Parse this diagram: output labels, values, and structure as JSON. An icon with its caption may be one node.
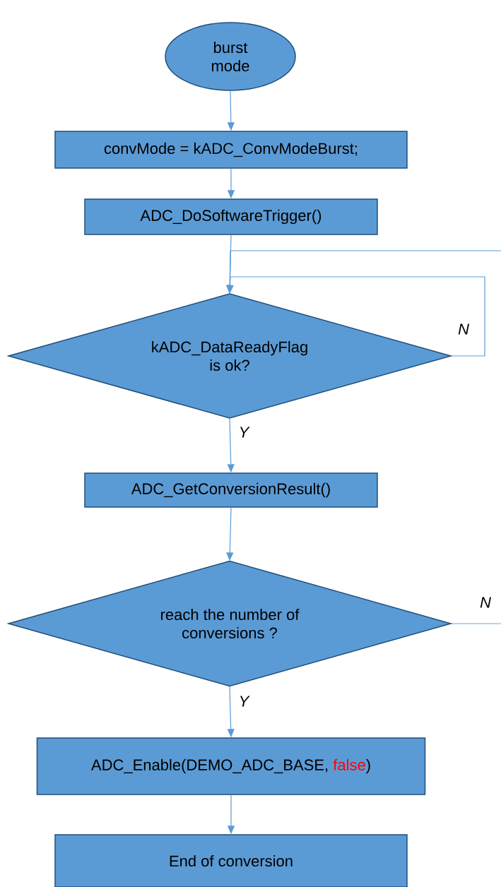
{
  "diagram": {
    "nodes": [
      {
        "text": [
          "burst mode"
        ]
      },
      {
        "text": [
          "convMode = kADC_ConvModeBurst;"
        ]
      },
      {
        "text": [
          "ADC_DoSoftwareTrigger()"
        ]
      },
      {
        "text": [
          "kADC_DataReadyFlag is ok?"
        ]
      },
      {
        "text": [
          "ADC_GetConversionResult()"
        ]
      },
      {
        "text": [
          "reach the number of conversions ?"
        ]
      },
      {
        "text": [
          "ADC_Enable(DEMO_ADC_BASE,",
          "false",
          ")"
        ]
      },
      {
        "text": [
          "End of conversion"
        ]
      }
    ],
    "edges": [
      {
        "from": 0,
        "to": 1,
        "arrow": "to"
      },
      {
        "from": 1,
        "to": 2,
        "arrow": "to"
      },
      {
        "from": 2,
        "to": 3,
        "arrow": "to"
      },
      {
        "from": 3,
        "to": 3,
        "arrow": "to",
        "label": "N"
      },
      {
        "from": 3,
        "to": 4,
        "arrow": "to",
        "label": "Y"
      },
      {
        "from": 4,
        "to": 5,
        "arrow": "to"
      },
      {
        "from": 5,
        "to": null,
        "arrow": "none",
        "label": "N"
      },
      {
        "from": null,
        "to": 3,
        "arrow": "to"
      },
      {
        "from": 5,
        "to": 6,
        "arrow": "to",
        "label": "Y"
      },
      {
        "from": 6,
        "to": 7,
        "arrow": "to"
      }
    ]
  }
}
